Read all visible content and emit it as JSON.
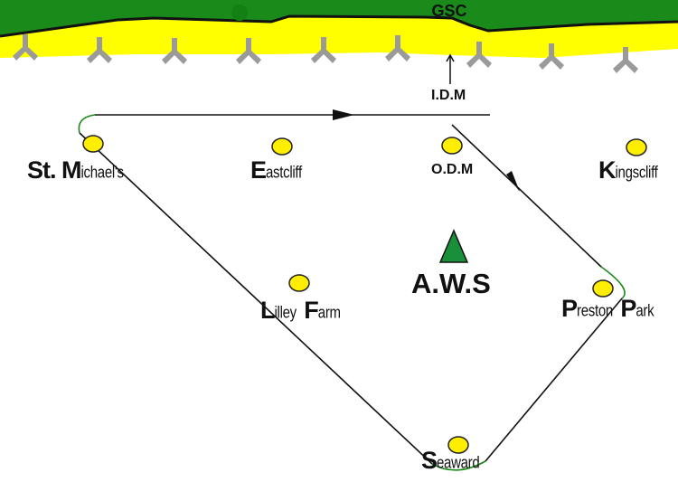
{
  "header": {
    "title": "GSC"
  },
  "markers": {
    "idm": "I.D.M",
    "odm": "O.D.M",
    "aws": "A.W.S"
  },
  "turnpoints": {
    "st_michaels": {
      "prefix": "St. ",
      "initial": "M",
      "rest": "ichael's"
    },
    "eastcliff": {
      "initial": "E",
      "rest": "astcliff"
    },
    "kingscliff": {
      "initial": "K",
      "rest": "ingscliff"
    },
    "lilley": {
      "initial": "L",
      "rest": "illey"
    },
    "farm": {
      "initial": "F",
      "rest": "arm"
    },
    "preston": {
      "initial": "P",
      "rest": "reston"
    },
    "park": {
      "initial": "P",
      "rest": "ark"
    },
    "seaward": {
      "initial": "S",
      "rest": "eaward"
    }
  },
  "colors": {
    "grass": "#1a8a1a",
    "sand": "#ffff00",
    "turnpoint": "#ffee00",
    "aws": "#1a8f3a",
    "route": "#111111",
    "turn_arc": "#1a8a1a"
  }
}
